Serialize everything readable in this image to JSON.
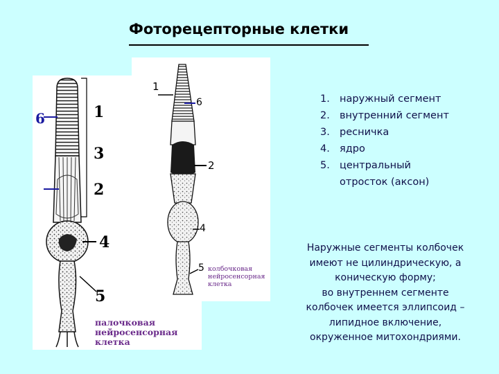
{
  "title": "Фоторецепторные клетки",
  "legend": [
    {
      "num": "1.",
      "text": "наружный сегмент"
    },
    {
      "num": "2.",
      "text": "внутренний сегмент"
    },
    {
      "num": "3.",
      "text": "ресничка"
    },
    {
      "num": "4.",
      "text": "ядро"
    },
    {
      "num": "5.",
      "text": "центральный",
      "cont": "отросток (аксон)"
    }
  ],
  "note": [
    "Наружные сегменты колбочек",
    "имеют не цилиндрическую, а",
    "коническую форму;",
    "во внутреннем сегменте",
    "колбочек имеется эллипсоид –",
    "липидное включение,",
    "окруженное митохондриями."
  ],
  "rod": {
    "labels": [
      "6",
      "1",
      "3",
      "2",
      "4",
      "5"
    ],
    "caption": [
      "палочковая",
      "нейросенсорная",
      "клетка"
    ]
  },
  "cone": {
    "labels": [
      "1",
      "6",
      "2",
      "4",
      "5"
    ],
    "caption": [
      "колбочковая",
      "нейросенсорная",
      "клетка"
    ]
  },
  "colors": {
    "background": "#ccffff",
    "text": "#10104a",
    "arrow": "#1a1aa0",
    "caption_purple": "#6a2a8a"
  }
}
